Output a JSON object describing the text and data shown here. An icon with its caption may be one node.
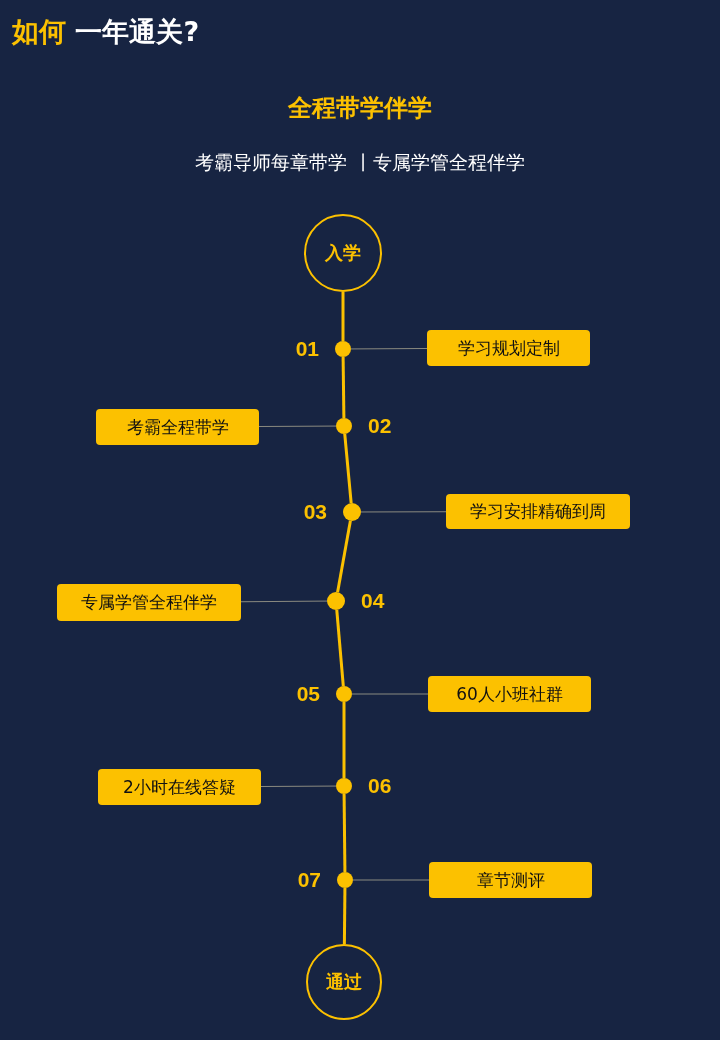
{
  "diagram": {
    "title": "如何 一年通关?",
    "nodes": [
      {
        "text": [
          "入学"
        ]
      },
      {
        "text": [],
        "shape": "circle",
        "beside": [
          "01"
        ]
      },
      {
        "text": [
          "学习规划定制"
        ]
      },
      {
        "text": [],
        "shape": "circle",
        "beside": [
          "02"
        ]
      },
      {
        "text": [
          "考霸全程带学"
        ]
      },
      {
        "text": [],
        "shape": "circle",
        "beside": [
          "03"
        ]
      },
      {
        "text": [
          "学习安排精确到周"
        ]
      },
      {
        "text": [],
        "shape": "circle",
        "beside": [
          "04"
        ]
      },
      {
        "text": [
          "专属学管全程伴学"
        ]
      },
      {
        "text": [],
        "shape": "circle",
        "beside": [
          "05"
        ]
      },
      {
        "text": [
          "60人小班社群"
        ]
      },
      {
        "text": [],
        "shape": "circle",
        "beside": [
          "06"
        ]
      },
      {
        "text": [
          "2小时在线答疑"
        ]
      },
      {
        "text": [],
        "shape": "circle",
        "beside": [
          "07"
        ]
      },
      {
        "text": [
          "章节测评"
        ]
      },
      {
        "text": [
          "通过"
        ]
      }
    ],
    "edges": [
      {
        "from": 0,
        "to": 1,
        "arrow": "none"
      },
      {
        "from": 1,
        "to": 3,
        "arrow": "none"
      },
      {
        "from": 3,
        "to": 5,
        "arrow": "none"
      },
      {
        "from": 5,
        "to": 7,
        "arrow": "none"
      },
      {
        "from": 7,
        "to": 9,
        "arrow": "none"
      },
      {
        "from": 9,
        "to": 11,
        "arrow": "none"
      },
      {
        "from": 11,
        "to": 13,
        "arrow": "none"
      },
      {
        "from": 13,
        "to": 15,
        "arrow": "none"
      },
      {
        "from": 1,
        "to": 2,
        "arrow": "none",
        "color": "#8a8a80"
      },
      {
        "from": 3,
        "to": 4,
        "arrow": "none",
        "color": "#8a8a80"
      },
      {
        "from": 5,
        "to": 6,
        "arrow": "none",
        "color": "#8a8a80"
      },
      {
        "from": 7,
        "to": 8,
        "arrow": "none",
        "color": "#8a8a80"
      },
      {
        "from": 9,
        "to": 10,
        "arrow": "none",
        "color": "#8a8a80"
      },
      {
        "from": 11,
        "to": 12,
        "arrow": "none",
        "color": "#8a8a80"
      },
      {
        "from": 13,
        "to": 14,
        "arrow": "none",
        "color": "#8a8a80"
      }
    ],
    "labels": [
      "全程带学伴学",
      "考霸导师每章带学 丨专属学管全程伴学"
    ]
  }
}
